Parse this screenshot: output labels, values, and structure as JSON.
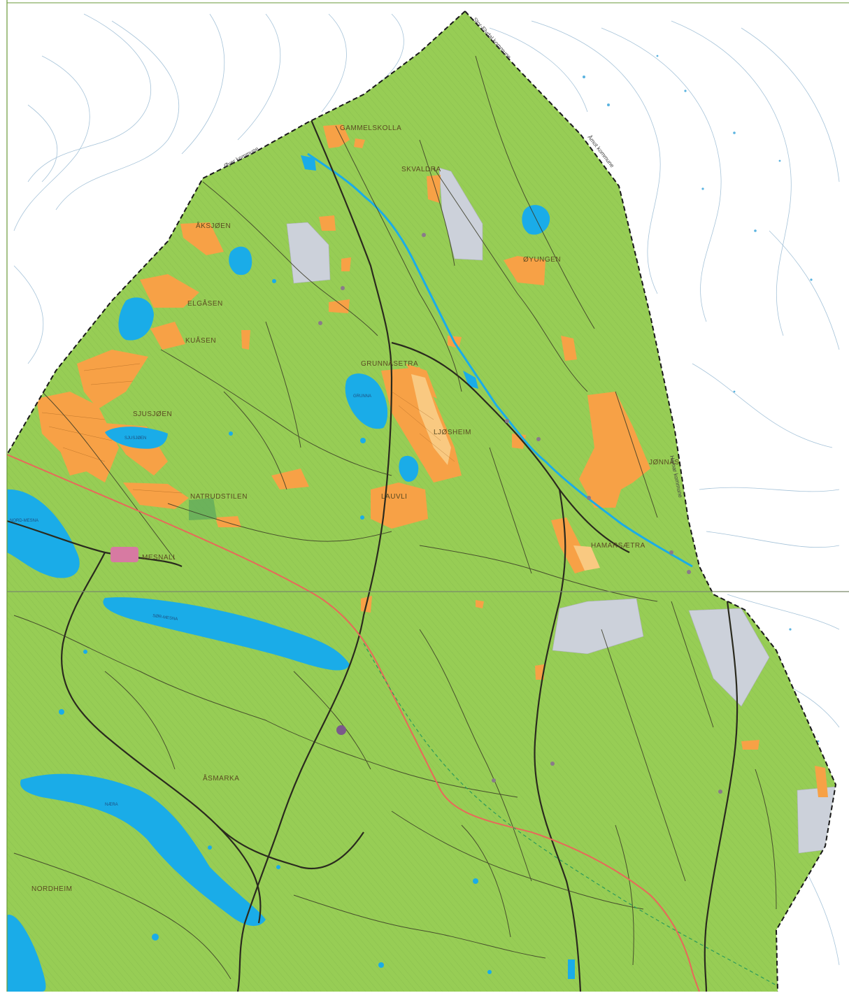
{
  "colors": {
    "zone": "#97cd55",
    "settlement": "#f7a146",
    "water": "#1aace8",
    "gray_area": "#ccd1da",
    "border": "#1a1a1a",
    "road": "#2a2a1e",
    "red_line": "#e8685a",
    "contour": "#7fa9c9"
  },
  "places": {
    "gammelskolla": "GAMMELSKOLLA",
    "skvaldra": "SKVALDRA",
    "oyungen": "ØYUNGEN",
    "aksjoen": "ÅKSJØEN",
    "elgasen": "ELGÅSEN",
    "kuasen": "KUÅSEN",
    "grunnasetra": "GRUNNÅSETRA",
    "ljosheim": "LJØSHEIM",
    "sjusjoen": "SJUSJØEN",
    "natrudstilen": "NATRUDSTILEN",
    "lauvli": "LAUVLI",
    "jonnas": "JØNNÅS",
    "hamarsaetra": "HAMARSÆTRA",
    "mesnali": "MESNALI",
    "asmarka": "ÅSMARKA",
    "nordheim": "NORDHEIM"
  },
  "lakes": {
    "grunna": "GRUNNA",
    "sjusjoen": "SJUSJØEN",
    "nord_mesna": "NORD-MESNA",
    "sor_mesna": "SØR-MESNA",
    "naera": "NÆRA"
  },
  "borders": {
    "oyer_kommune": "Øyer kommune",
    "stor_elvdal": "Stor-Elvdal kommune",
    "amot": "Åmot kommune",
    "hamar": "Hamar kommune"
  },
  "icons": [
    "north-edge-line",
    "municipal-border-line"
  ]
}
